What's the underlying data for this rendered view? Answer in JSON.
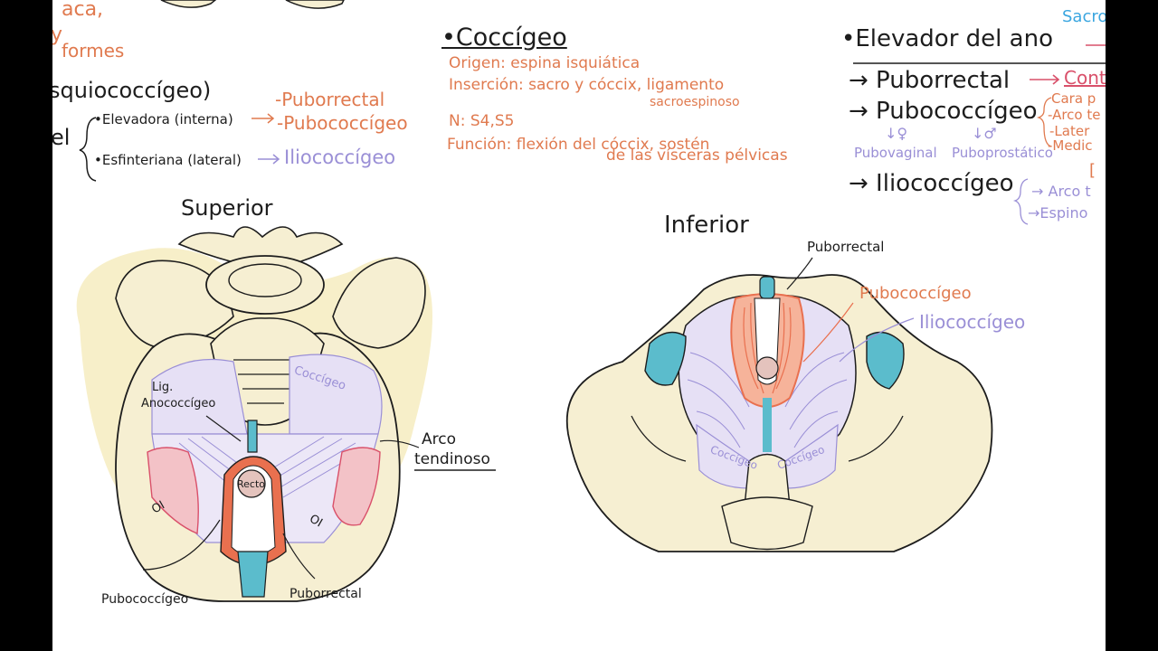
{
  "colors": {
    "ink": "#1d1d1d",
    "orange": "#e07a4f",
    "purple": "#9a8fd6",
    "red": "#d9506a",
    "blue": "#3aa6e0",
    "bone": "#f6efd2",
    "teal": "#5bbccc",
    "lavender": "#e6e0f5",
    "muscle": "#e9704f"
  },
  "left_notes": {
    "frag1": "aca,",
    "frag2": "y",
    "frag3": "formes",
    "frag4": "squiococcígeo)",
    "frag5": "el",
    "elevadora": "•Elevadora (interna)",
    "esfinteriana": "•Esfinteriana (lateral)",
    "puborrectal": "-Puborrectal",
    "pubococcigeo": "-Pubococcígeo",
    "iliococcigeo": "Iliococcígeo"
  },
  "coccigeo_notes": {
    "title": "•Coccígeo",
    "origen": "Origen: espina isquiática",
    "insercion": "Inserción: sacro y cóccix, ligamento",
    "insercion2": "sacroespinoso",
    "nervio": "N: S4,S5",
    "funcion": "Función: flexión del cóccix, sostén",
    "funcion2": "de las vísceras pélvicas"
  },
  "elevador_notes": {
    "sacro": "Sacro",
    "title": "•Elevador del ano",
    "puborrectal": "→ Puborrectal",
    "cont": "Cont",
    "pubococcigeo": "→ Pubococcígeo",
    "pubovaginal_sym": "↓♀",
    "pubovaginal": "Pubovaginal",
    "puboprostatico_sym": "↓♂",
    "puboprostatico": "Puboprostático",
    "cara": "Cara p",
    "arco": "-Arco te",
    "late": "-Later",
    "medi": "-Medic",
    "iliococcigeo": "→ Iliococcígeo",
    "arco2": "→ Arco t",
    "espino": "→Espino",
    "bracket": "["
  },
  "superior_diagram": {
    "title": "Superior",
    "lig": "Lig.",
    "anococcigeo": "Anococcígeo",
    "coccigeo": "Coccígeo",
    "arco": "Arco",
    "tendinoso": "tendinoso",
    "recto": "Recto",
    "oi_left": "OI",
    "oi_right": "OI",
    "pubococcigeo": "Pubococcígeo",
    "puborrectal": "Puborrectal"
  },
  "inferior_diagram": {
    "title": "Inferior",
    "puborrectal": "Puborrectal",
    "pubococcigeo": "Pubococcígeo",
    "iliococcigeo": "Iliococcígeo",
    "coccigeo_left": "Coccígeo",
    "coccigeo_right": "Coccígeo"
  }
}
